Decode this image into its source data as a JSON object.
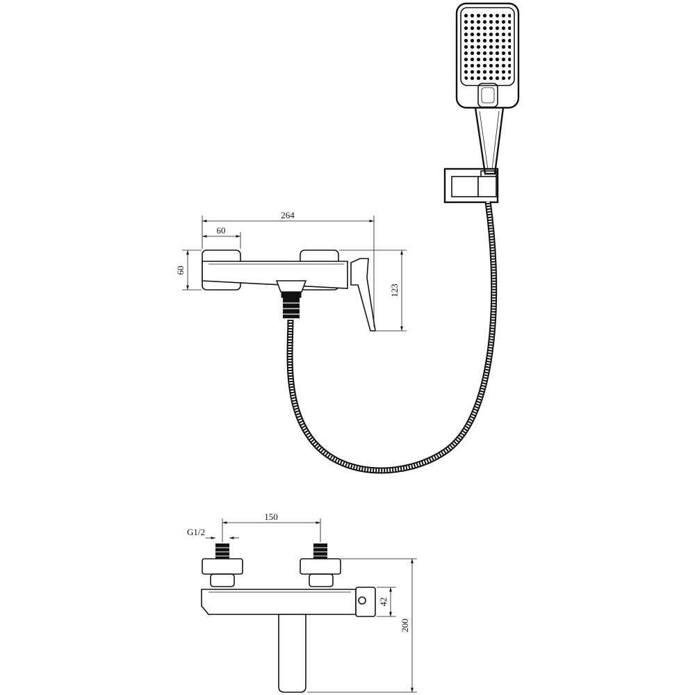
{
  "dimensions": {
    "total_width": "264",
    "flange_width": "60",
    "flange_height": "60",
    "side_height": "123",
    "thread": "G1/2",
    "inlet_spacing": "150",
    "handle_depth": "42",
    "total_depth": "200"
  },
  "colors": {
    "line": "#111111",
    "background": "#ffffff"
  }
}
